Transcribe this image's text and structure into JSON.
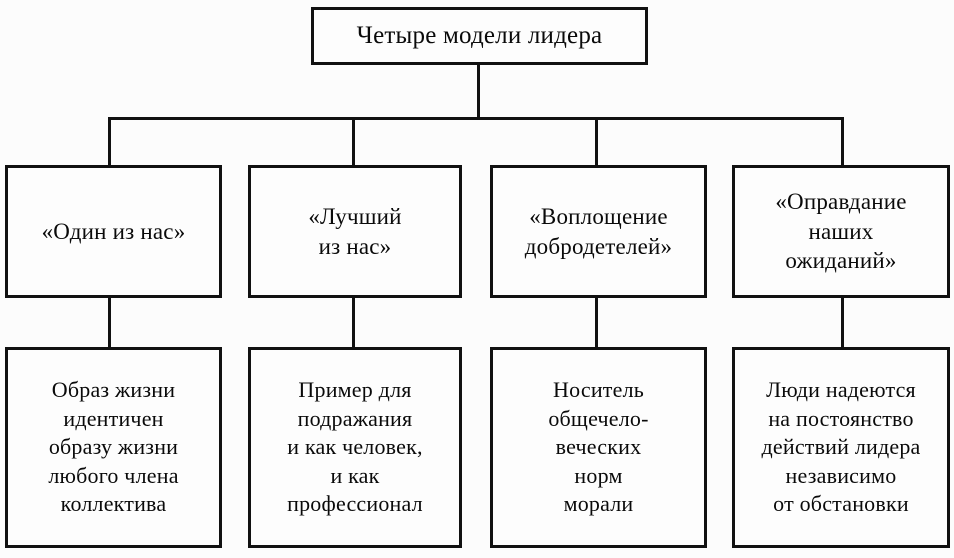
{
  "diagram": {
    "title": "Четыре модели лидера",
    "type": "hierarchy-tree",
    "background_color": "#fcfcfc",
    "line_color": "#111111",
    "text_color": "#0a0a0a",
    "root": {
      "label": "Четыре модели лидера"
    },
    "models": [
      {
        "name": "«Один из нас»",
        "description": "Образ жизни\nидентичен\nобразу жизни\nлюбого члена\nколлектива"
      },
      {
        "name": "«Лучший\nиз нас»",
        "description": "Пример для\nподражания\nи как человек,\nи как\nпрофессионал"
      },
      {
        "name": "«Воплощение\nдобродетелей»",
        "description": "Носитель\nобщечело-\nвеческих\nнорм\nморали"
      },
      {
        "name": "«Оправдание\nнаших\nожиданий»",
        "description": "Люди надеются\nна постоянство\nдействий лидера\nнезависимо\nот обстановки"
      }
    ]
  }
}
